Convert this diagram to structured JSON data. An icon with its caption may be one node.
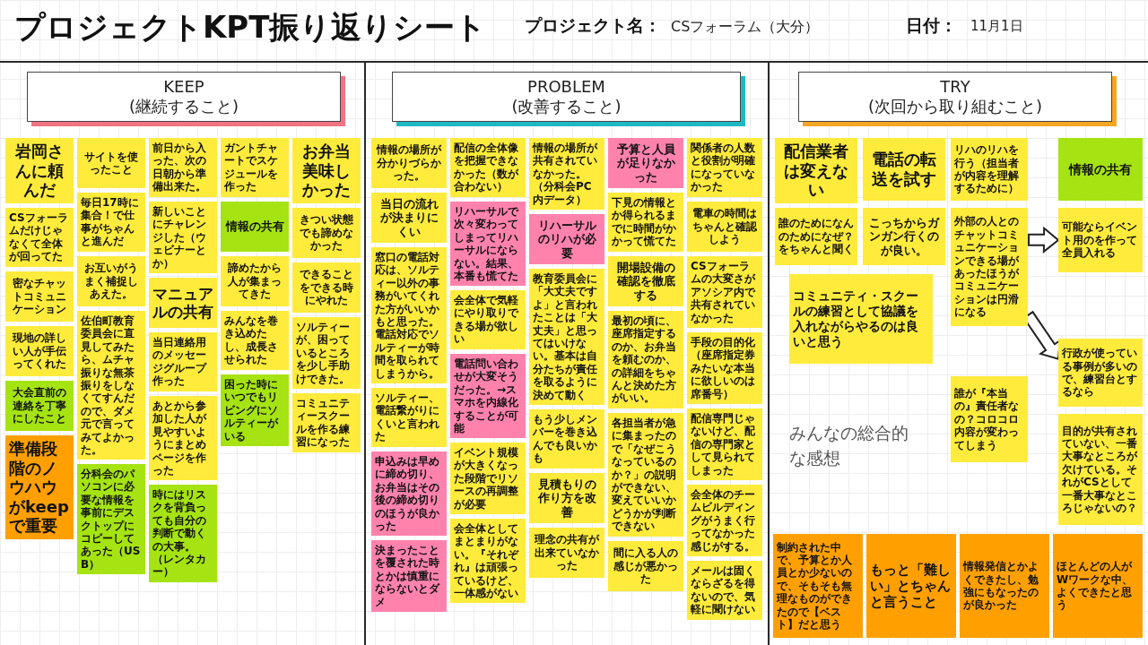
{
  "diagram": {
    "title": "プロジェクトKPT振り返りシート",
    "nodes": [
      {
        "text": [
          "KEEP",
          "(継続すること)"
        ]
      },
      {
        "text": [
          "岩岡さんに頼んだ"
        ]
      },
      {
        "text": [
          "サイトを使ったこと"
        ]
      },
      {
        "text": [
          "前日から入った、次の日朝から準備出来た。"
        ]
      },
      {
        "text": [
          "ガントチャートでスケジュールを作った"
        ]
      },
      {
        "text": [
          "お弁当美味しかった"
        ]
      },
      {
        "text": [
          "CSフォーラムだけじゃなくて全体が回ってた"
        ]
      },
      {
        "text": [
          "毎日17時に集合！で仕事がちゃんと進んだ"
        ]
      },
      {
        "text": [
          "新しいことにチャレンジした（ウェビナーとか）"
        ]
      },
      {
        "text": [
          "情報の共有"
        ]
      },
      {
        "text": [
          "きつい状態でも諦めなかった"
        ]
      },
      {
        "text": [
          "密なチャットコミュニケーション"
        ]
      },
      {
        "text": [
          "お互いがうまく補捉しあえた。"
        ]
      },
      {
        "text": [
          "マニュアルの共有"
        ]
      },
      {
        "text": [
          "諦めたから人が集まってきた"
        ]
      },
      {
        "text": [
          "できることをできる時にやれた"
        ]
      },
      {
        "text": [
          "現地の詳しい人が手伝ってくれた"
        ]
      },
      {
        "text": [
          "佐伯町教育委員会に直見してみたら、ムチャ振りな無茶振りをしなくてすんだので、ダメ元で言ってみてよかった。"
        ]
      },
      {
        "text": [
          "当日連絡用のメッセージグループ作った"
        ]
      },
      {
        "text": [
          "みんなを巻き込めたし、成長させられた"
        ]
      },
      {
        "text": [
          "ソルティーが、困っているところを少し手助けできた。"
        ]
      },
      {
        "text": [
          "大会直前の連絡を丁寧にしたこと"
        ]
      },
      {
        "text": [
          "分科会のパソコンに必要な情報を事前にデスクトップにコピーしてあった（USB）"
        ]
      },
      {
        "text": [
          "あとから参加した人が見やすいようにまとめページを作った"
        ]
      },
      {
        "text": [
          "困った時にいつでもリビングにソルティーがいる"
        ]
      },
      {
        "text": [
          "コミュニティースクールを作る練習になった"
        ]
      },
      {
        "text": [
          "準備段階のノウハウがkeepで重要"
        ]
      },
      {
        "text": [
          "時にはリスクを背負っても自分の判断で動くの大事。（レンタカー）"
        ]
      },
      {
        "text": [
          "PROBLEM",
          "(改善すること)"
        ]
      },
      {
        "text": [
          "情報の場所が分かりづらかった。"
        ]
      },
      {
        "text": [
          "配信の全体像を把握できなかった（数が合わない）"
        ]
      },
      {
        "text": [
          "情報の場所が共有されていなかった。（分科会PC内データ）"
        ]
      },
      {
        "text": [
          "予算と人員が足りなかった"
        ]
      },
      {
        "text": [
          "関係者の人数と役割が明確になっていなかった"
        ]
      },
      {
        "text": [
          "当日の流れが決まりにくい"
        ]
      },
      {
        "text": [
          "リハーサルで次々変わってしまってリハーサルにならない。結果、本番も慌てた"
        ]
      },
      {
        "text": [
          "リハーサルのリハが必要"
        ]
      },
      {
        "text": [
          "下見の情報とか得られるまでに時間がかかって慌てた"
        ]
      },
      {
        "text": [
          "電車の時間はちゃんと確認しよう"
        ]
      },
      {
        "text": [
          "窓口の電話対応は、ソルティー以外の事務がいてくれた方がいいかもと思った。電話対応でソルティーが時間を取られてしまうから。"
        ]
      },
      {
        "text": [
          "会全体で気軽にやり取りできる場が欲しい"
        ]
      },
      {
        "text": [
          "教育委員会に「大丈夫ですよ」と言われたことは「大丈夫」と思ってはいけない。基本は自分たちが責任を取るように決めて動く"
        ]
      },
      {
        "text": [
          "開場設備の確認を徹底する"
        ]
      },
      {
        "text": [
          "CSフォーラムの大変さがアソシア内で共有されていなかった"
        ]
      },
      {
        "text": [
          "ソルティー、電話繋がりにくいと言われた"
        ]
      },
      {
        "text": [
          "電話問い合わせが大変そうだった。→スマホを内線化することが可能"
        ]
      },
      {
        "text": [
          "もう少しメンバーを巻き込んでも良いかも"
        ]
      },
      {
        "text": [
          "最初の頃に、座席指定するのか、お弁当を頼むのか、の詳細をちゃんと決めた方がいい。"
        ]
      },
      {
        "text": [
          "手段の目的化（座席指定券みたいな本当に欲しいのは席番号）"
        ]
      },
      {
        "text": [
          "申込みは早めに締め切り、お弁当はその後の締め切りのほうが良かった"
        ]
      },
      {
        "text": [
          "イベント規模が大きくなった段階でリソースの再調整が必要"
        ]
      },
      {
        "text": [
          "見積もりの作り方を改善"
        ]
      },
      {
        "text": [
          "各担当者が急に集まったので「なぜこうなっているのか？」の説明ができない、変えていいかどうかが判断できない"
        ]
      },
      {
        "text": [
          "配信専門じゃないけど、配信の専門家として見られてしまった"
        ]
      },
      {
        "text": [
          "決まったことを覆された時とかは慎重にならないとダメ"
        ]
      },
      {
        "text": [
          "会全体としてまとまりがない。『それぞれ』は頑張っているけど、一体感がない"
        ]
      },
      {
        "text": [
          "理念の共有が出来ていなかった"
        ]
      },
      {
        "text": [
          "間に入る人の感じが悪かった"
        ]
      },
      {
        "text": [
          "会全体のチームビルディングがうまく行ってなかった感じがする。"
        ]
      },
      {
        "text": [
          "メールは固くならざるを得ないので、気軽に聞けない"
        ]
      },
      {
        "text": [
          "TRY",
          "(次回から取り組むこと)"
        ]
      },
      {
        "text": [
          "配信業者は変えない"
        ]
      },
      {
        "text": [
          "電話の転送を試す"
        ]
      },
      {
        "text": [
          "リハのリハを行う（担当者が内容を理解するために）"
        ]
      },
      {
        "text": [
          "情報の共有"
        ]
      },
      {
        "text": [
          "誰のためになんのためになぜ？をちゃんと聞く"
        ]
      },
      {
        "text": [
          "こっちからガンガン行くのが良い。"
        ]
      },
      {
        "text": [
          "外部の人とのチャットコミュニケーションできる場があったほうがコミュニケーションは円滑になる"
        ]
      },
      {
        "text": [
          "可能ならイベント用のを作って全員入れる"
        ]
      },
      {
        "text": [
          "コミュニティ・スクールの練習として協議を入れながらやるのは良いと思う"
        ]
      },
      {
        "text": [
          "行政が使っている事例が多いので、練習台とするなら"
        ]
      },
      {
        "text": [
          "誰が『本当の』責任者なの？コロコロ内容が変わってしまう"
        ]
      },
      {
        "text": [
          "目的が共有されていない、一番大事なところが欠けている。それがCSとして一番大事なところじゃないの？"
        ]
      },
      {
        "text": [
          "制約された中で、予算とか人員とか少ないので、そもそも無理なものができたので【ベスト】だと思う"
        ]
      },
      {
        "text": [
          "もっと「難しい」とちゃんと言うこと"
        ]
      },
      {
        "text": [
          "情報発信とかよくできたし、勉強にもなったのが良かった"
        ]
      },
      {
        "text": [
          "ほとんどの人がWワークな中、よくできたと思う"
        ]
      }
    ],
    "edges": [
      {
        "from": 67,
        "to": 68,
        "arrow": "to"
      },
      {
        "from": 67,
        "to": 70,
        "arrow": "to"
      }
    ],
    "labels": [
      "プロジェクト名：",
      "CSフォーラム（大分）",
      "日付：",
      "11月1日",
      "みんなの総合的な感想"
    ]
  }
}
